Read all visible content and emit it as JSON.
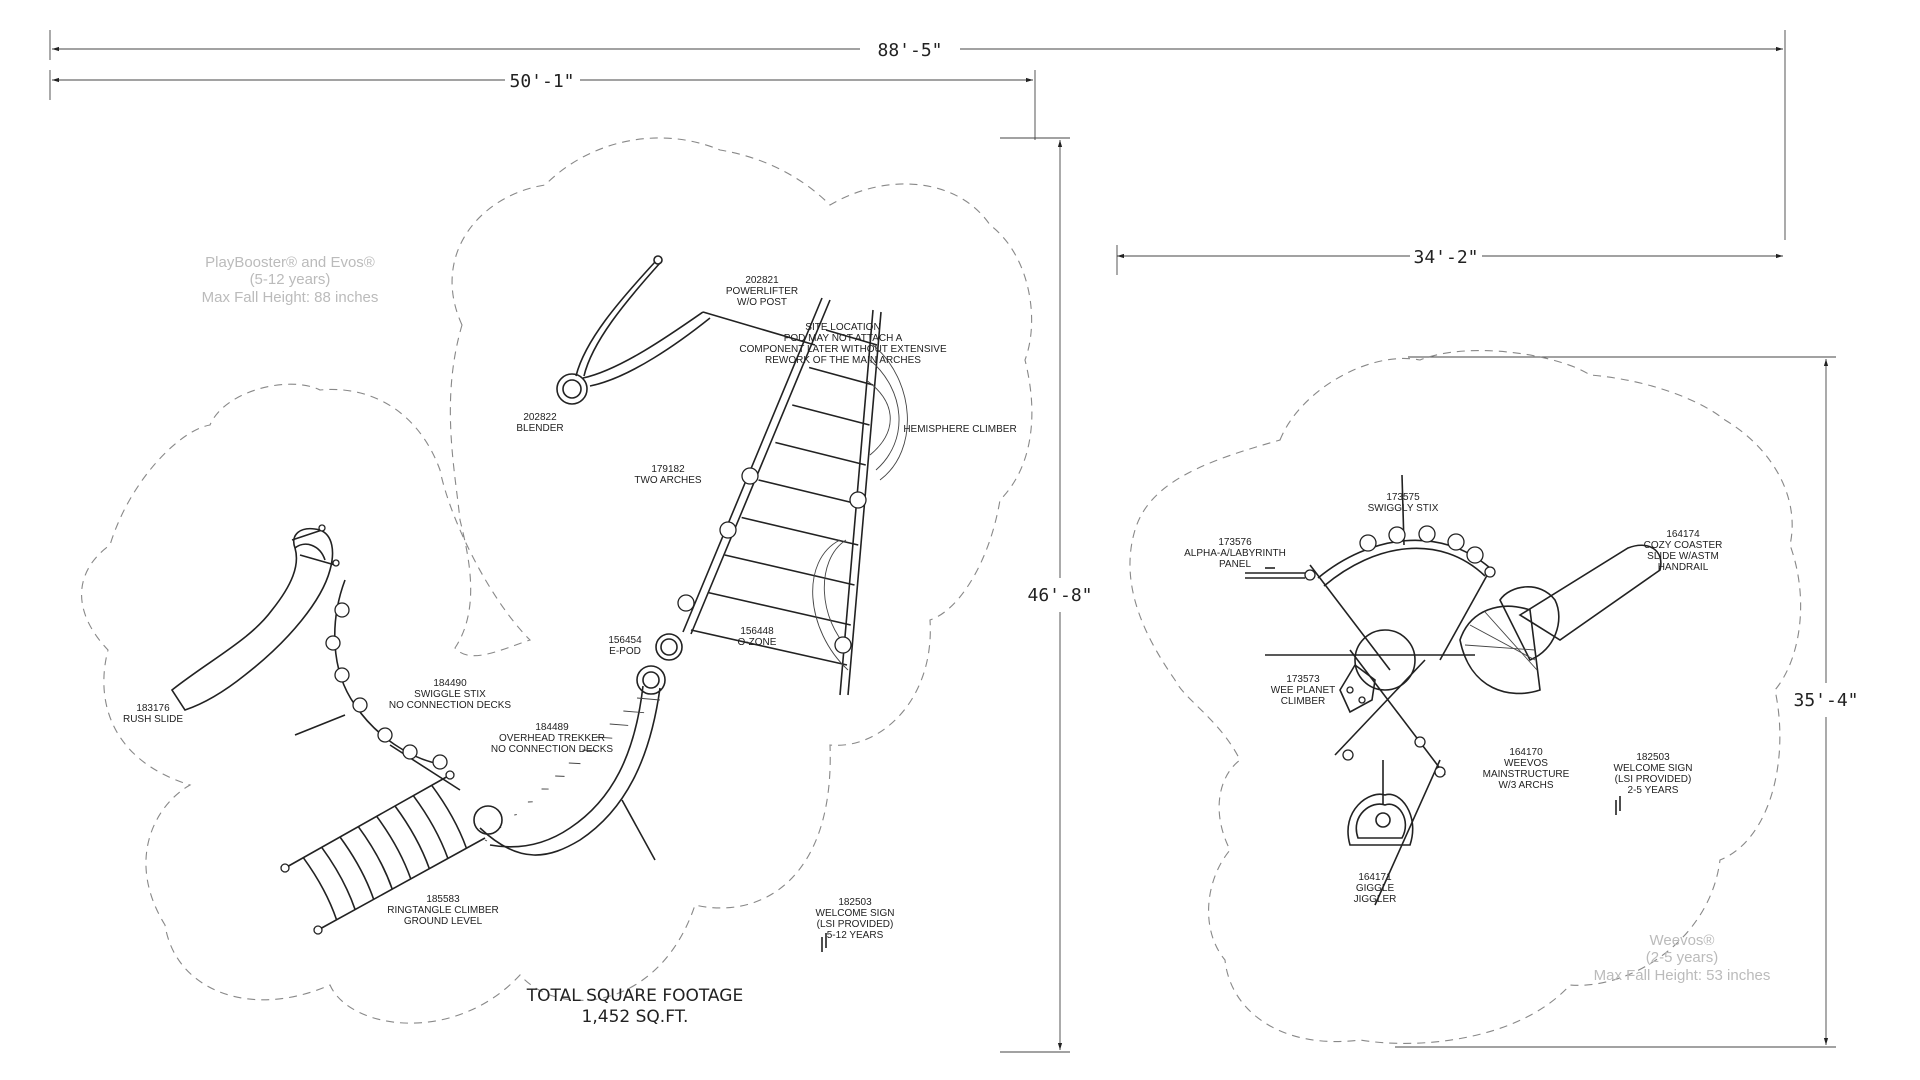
{
  "dimensions": {
    "overall_width": "88'-5\"",
    "left_width": "50'-1\"",
    "left_height": "46'-8\"",
    "right_width": "34'-2\"",
    "right_height": "35'-4\""
  },
  "left_area": {
    "title": "PlayBooster® and Evos®",
    "age": "(5-12 years)",
    "fall_height": "Max Fall Height: 88 inches",
    "total_label": "TOTAL SQUARE FOOTAGE",
    "total_value": "1,452 SQ.FT.",
    "components": {
      "powerlifter": [
        "202821",
        "POWERLIFTER",
        "W/O POST"
      ],
      "site_note": [
        "SITE LOCATION",
        "POD MAY NOT ATTACH A",
        "COMPONENT LATER WITHOUT EXTENSIVE",
        "REWORK OF THE MAIN ARCHES"
      ],
      "blender": [
        "202822",
        "BLENDER"
      ],
      "hemisphere": [
        "HEMISPHERE CLIMBER"
      ],
      "arches": [
        "179182",
        "TWO ARCHES"
      ],
      "epod": [
        "156454",
        "E-POD"
      ],
      "ozone": [
        "156448",
        "O-ZONE"
      ],
      "swiggle": [
        "184490",
        "SWIGGLE STIX",
        "NO CONNECTION DECKS"
      ],
      "rush_slide": [
        "183176",
        "RUSH SLIDE"
      ],
      "trekker": [
        "184489",
        "OVERHEAD TREKKER",
        "NO CONNECTION DECKS"
      ],
      "ringtangle": [
        "185583",
        "RINGTANGLE CLIMBER",
        "GROUND LEVEL"
      ],
      "welcome": [
        "182503",
        "WELCOME SIGN",
        "(LSI PROVIDED)",
        "5-12 YEARS"
      ]
    }
  },
  "right_area": {
    "title": "Weevos®",
    "age": "(2-5 years)",
    "fall_height": "Max Fall Height: 53 inches",
    "components": {
      "swiggly": [
        "173575",
        "SWIGGLY STIX"
      ],
      "alpha": [
        "173576",
        "ALPHA-A/LABYRINTH",
        "PANEL"
      ],
      "coaster": [
        "164174",
        "COZY COASTER",
        "SLIDE W/ASTM",
        "HANDRAIL"
      ],
      "planet": [
        "173573",
        "WEE PLANET",
        "CLIMBER"
      ],
      "mainstructure": [
        "164170",
        "WEEVOS",
        "MAINSTRUCTURE",
        "W/3 ARCHS"
      ],
      "welcome": [
        "182503",
        "WELCOME SIGN",
        "(LSI PROVIDED)",
        "2-5 YEARS"
      ],
      "giggle": [
        "164171",
        "GIGGLE",
        "JIGGLER"
      ]
    }
  }
}
